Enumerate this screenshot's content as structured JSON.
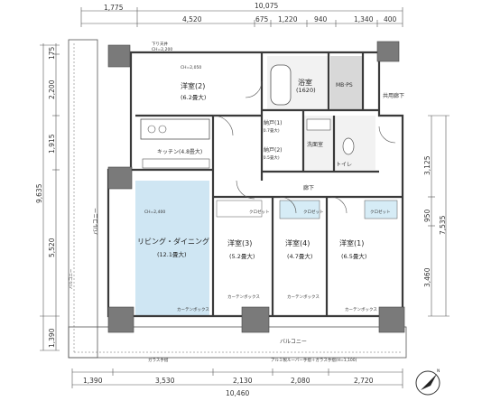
{
  "dimensions": {
    "top_total": "10,075",
    "top_left_offset": "1,775",
    "top_segments": [
      "4,520",
      "675",
      "1,220",
      "940",
      "1,340",
      "400"
    ],
    "bottom_segments": [
      "1,390",
      "3,530",
      "2,130",
      "2,080",
      "2,720"
    ],
    "bottom_total": "10,460",
    "left_top": "175",
    "left_segments": [
      "2,200",
      "1,915",
      "5,520"
    ],
    "left_total": "9,635",
    "left_bottom": "1,390",
    "right_segments": [
      "3,125",
      "950",
      "3,460"
    ],
    "right_total": "7,535"
  },
  "rooms": {
    "western2": {
      "name": "洋室(2)",
      "size": "(6.2畳大)"
    },
    "bath": {
      "name": "浴室",
      "size": "(1620)"
    },
    "mbps": {
      "name": "MB·PS"
    },
    "hallway_shared": {
      "name": "共用廊下"
    },
    "storage1": {
      "name": "納戸(1)",
      "size": "(0.7畳大)"
    },
    "storage2": {
      "name": "納戸(2)",
      "size": "(0.5畳大)"
    },
    "washroom": {
      "name": "洗面室"
    },
    "toilet": {
      "name": "トイレ"
    },
    "kitchen": {
      "name": "キッチン(4.8畳大)"
    },
    "corridor": {
      "name": "廊下"
    },
    "living": {
      "name": "リビング・ダイニング",
      "size": "(12.1畳大)"
    },
    "western3": {
      "name": "洋室(3)",
      "size": "(5.2畳大)"
    },
    "western4": {
      "name": "洋室(4)",
      "size": "(4.7畳大)"
    },
    "western1": {
      "name": "洋室(1)",
      "size": "(6.5畳大)"
    },
    "balcony_left": {
      "name": "バルコニー"
    },
    "balcony_bottom": {
      "name": "バルコニー"
    }
  },
  "labels": {
    "closet_a": "クロゼット",
    "closet_b": "クロゼット",
    "closet_c": "クロゼット",
    "curtain_box_a": "カーテンボックス",
    "curtain_box_b": "カーテンボックス",
    "curtain_box_c": "カーテンボックス",
    "curtain_box_d": "カーテンボックス",
    "railing": "ガラス手摺",
    "railing_note": "アルミ製ルーバー手摺＋ガラス手摺(H=1,100)",
    "ceiling_note": "下り天井",
    "ceiling_height_1": "CH=2,200",
    "ceiling_height_2": "CH=2,050",
    "ceiling_height_3": "CH=2,400",
    "balcony_side": "バルコニー"
  },
  "compass": {
    "label": "N"
  }
}
